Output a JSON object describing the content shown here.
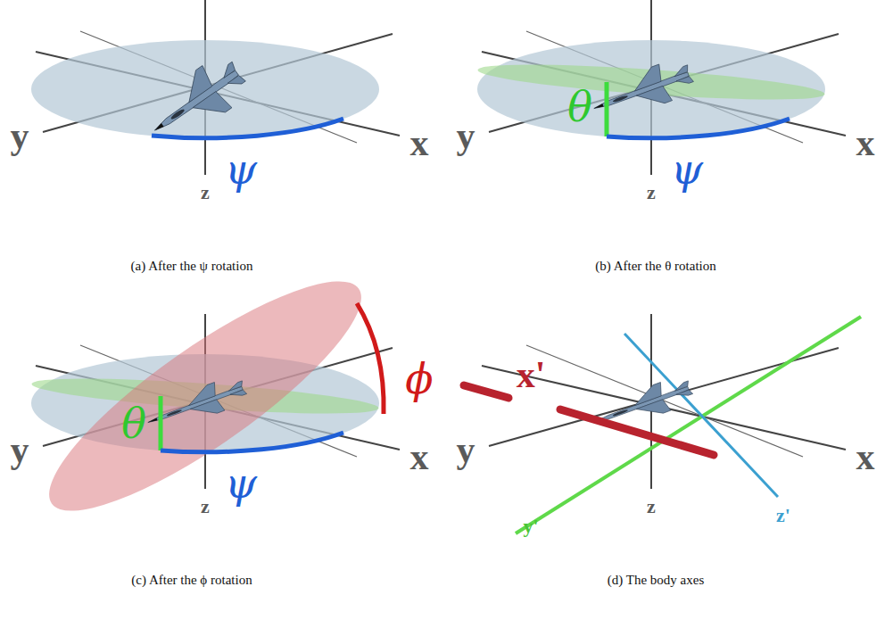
{
  "diagram": {
    "labels": [
      "y",
      "x",
      "z",
      "ψ",
      "(a) After the ψ rotation",
      "y",
      "x",
      "z",
      "θ",
      "ψ",
      "(b) After the θ rotation",
      "y",
      "x",
      "z",
      "θ",
      "ψ",
      "ϕ",
      "(c) After the ϕ rotation",
      "x'",
      "y",
      "x",
      "y'",
      "z",
      "z'",
      "(d) The body axes"
    ]
  }
}
